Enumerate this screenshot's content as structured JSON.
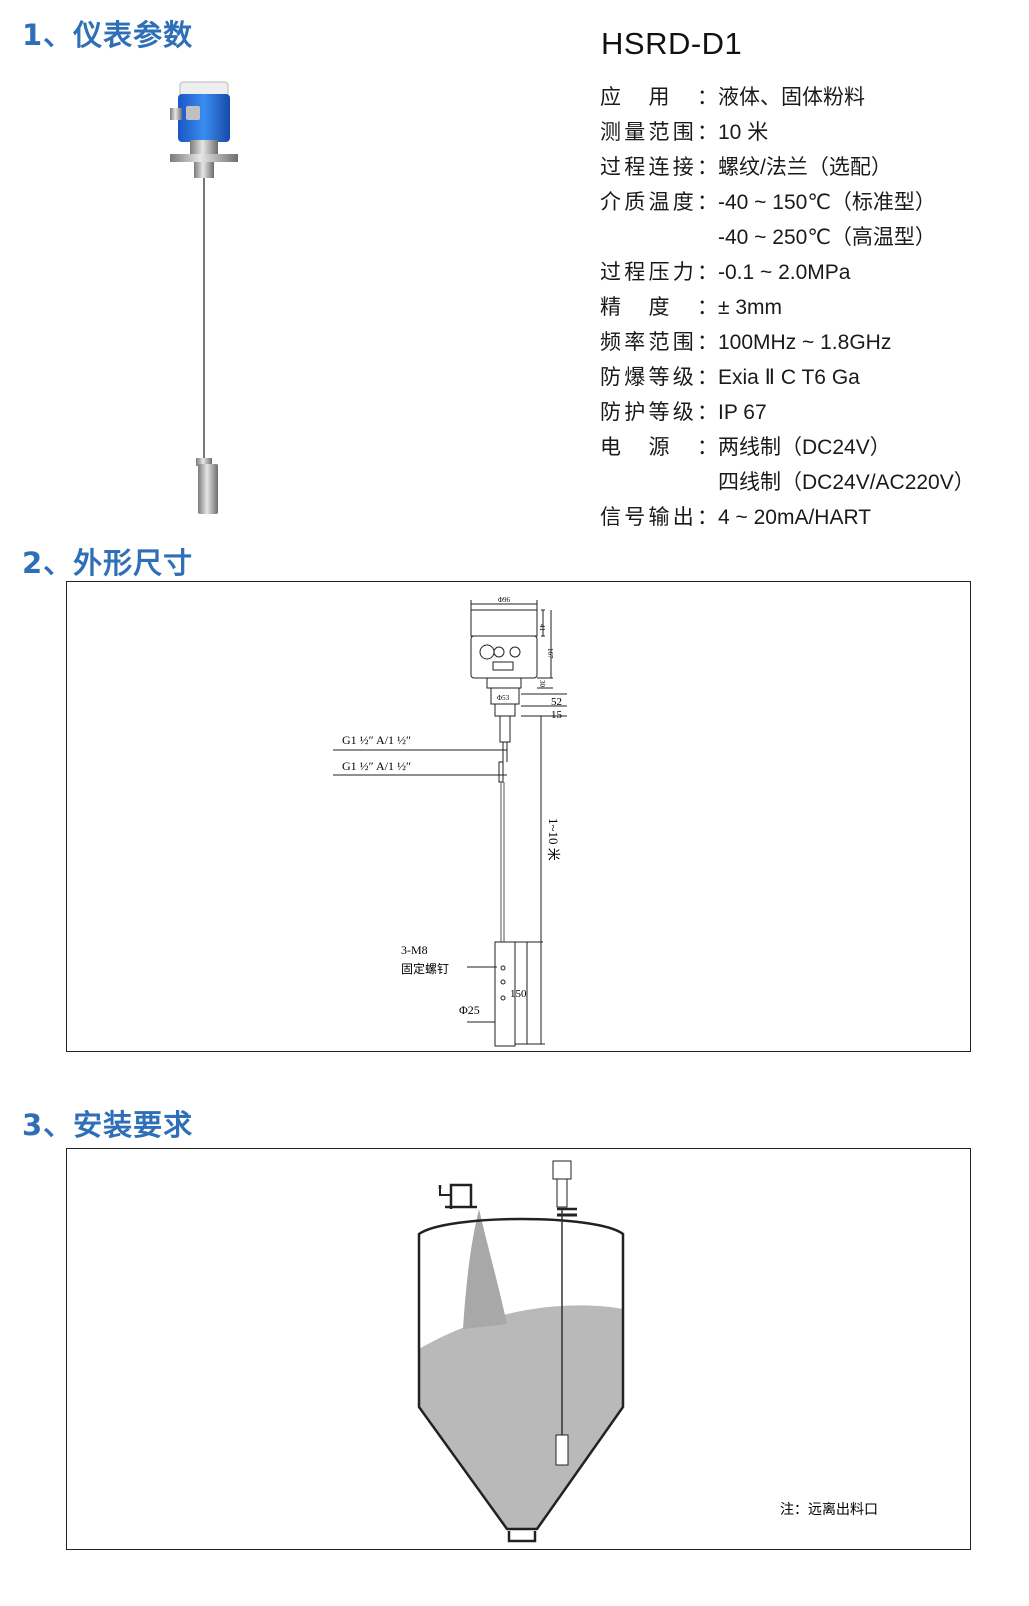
{
  "section1": {
    "title": "1、仪表参数"
  },
  "section2": {
    "title": "2、外形尺寸"
  },
  "section3": {
    "title": "3、安装要求"
  },
  "model": "HSRD-D1",
  "specs": [
    {
      "label": "应用：",
      "value": "液体、固体粉料"
    },
    {
      "label": "测量范围：",
      "value": "10 米"
    },
    {
      "label": "过程连接：",
      "value": "螺纹/法兰（选配）"
    },
    {
      "label": "介质温度：",
      "value": "-40 ~ 150℃（标准型）"
    },
    {
      "label": "",
      "value": "-40 ~ 250℃（高温型）"
    },
    {
      "label": "过程压力：",
      "value": "-0.1 ~ 2.0MPa"
    },
    {
      "label": "精度：",
      "value": "± 3mm"
    },
    {
      "label": "频率范围：",
      "value": "100MHz ~ 1.8GHz"
    },
    {
      "label": "防爆等级：",
      "value": "Exia Ⅱ C T6 Ga"
    },
    {
      "label": "防护等级：",
      "value": "IP 67"
    },
    {
      "label": "电源：",
      "value": "两线制（DC24V）"
    },
    {
      "label": "",
      "value": "四线制（DC24V/AC220V）"
    },
    {
      "label": "信号输出：",
      "value": "4 ~ 20mA/HART"
    }
  ],
  "drawing": {
    "dim_top": "Φ96",
    "dim_41": "41",
    "dim_167": "167",
    "dim_30": "30",
    "dim_flange": "Φ53",
    "dim_52": "52",
    "dim_15": "15",
    "thread1": "G1 ½″   A/1 ½″",
    "thread2": "G1 ½″   A/1 ½″",
    "length": "1~10 米",
    "screw_code": "3-M8",
    "screw_text": "固定螺钉",
    "dim_150": "150",
    "dim_25": "Φ25"
  },
  "install": {
    "note": "注：远离出料口"
  }
}
